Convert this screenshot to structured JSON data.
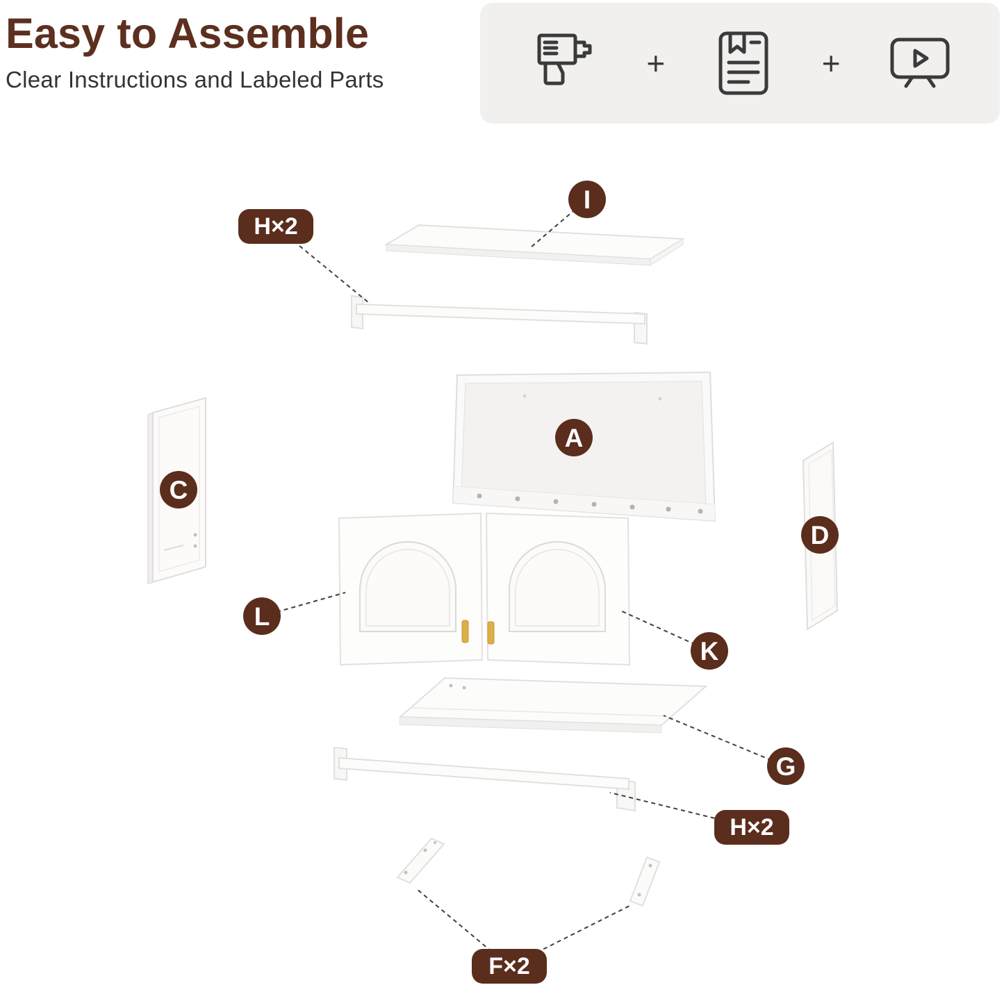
{
  "header": {
    "title": "Easy to Assemble",
    "subtitle": "Clear Instructions and Labeled Parts"
  },
  "tools_panel": {
    "plus": "+",
    "icons": [
      {
        "name": "drill-icon"
      },
      {
        "name": "instruction-manual-icon"
      },
      {
        "name": "video-tutorial-icon"
      }
    ]
  },
  "colors": {
    "accent_brown": "#5b2d1c",
    "title_brown": "#5d2f1f",
    "text_dark": "#333333",
    "panel_gray": "#f1f0ee",
    "part_outline": "#e2e0de",
    "handle_gold": "#dcaf47"
  },
  "diagram": {
    "labels": [
      {
        "part": "top-panel",
        "text": "I"
      },
      {
        "part": "hanging-rail-top",
        "text": "H×2"
      },
      {
        "part": "back-panel",
        "text": "A"
      },
      {
        "part": "side-panel-left",
        "text": "C"
      },
      {
        "part": "side-panel-right",
        "text": "D"
      },
      {
        "part": "door-left",
        "text": "L"
      },
      {
        "part": "door-right",
        "text": "K"
      },
      {
        "part": "shelf",
        "text": "G"
      },
      {
        "part": "hanging-rail-bottom",
        "text": "H×2"
      },
      {
        "part": "mounting-brackets",
        "text": "F×2"
      }
    ]
  }
}
